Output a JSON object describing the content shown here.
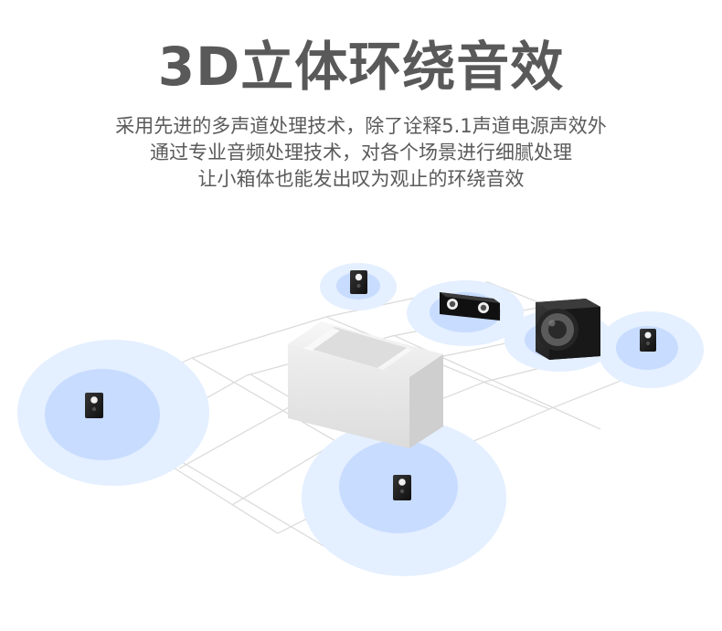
{
  "title": "3D立体环绕音效",
  "description": [
    "采用先进的多声道处理技术，除了诠释5.1声道电源声效外",
    "通过专业音频处理技术，对各个场景进行细腻处理",
    "让小箱体也能发出叹为观止的环绕音效"
  ],
  "colors": {
    "title": "#595959",
    "text": "#5a5a5a",
    "halo_outer": "#e4efff",
    "halo_inner": "#c8dcff",
    "grid": "#d7d7d7",
    "speaker": "#1f1f1f"
  },
  "scene": {
    "objects": [
      {
        "name": "left-speaker",
        "kind": "satellite"
      },
      {
        "name": "front-left-speaker",
        "kind": "satellite"
      },
      {
        "name": "center-speaker",
        "kind": "center"
      },
      {
        "name": "subwoofer",
        "kind": "subwoofer"
      },
      {
        "name": "front-right-speaker",
        "kind": "satellite"
      },
      {
        "name": "rear-speaker",
        "kind": "satellite"
      },
      {
        "name": "sofa",
        "kind": "sofa"
      }
    ]
  }
}
